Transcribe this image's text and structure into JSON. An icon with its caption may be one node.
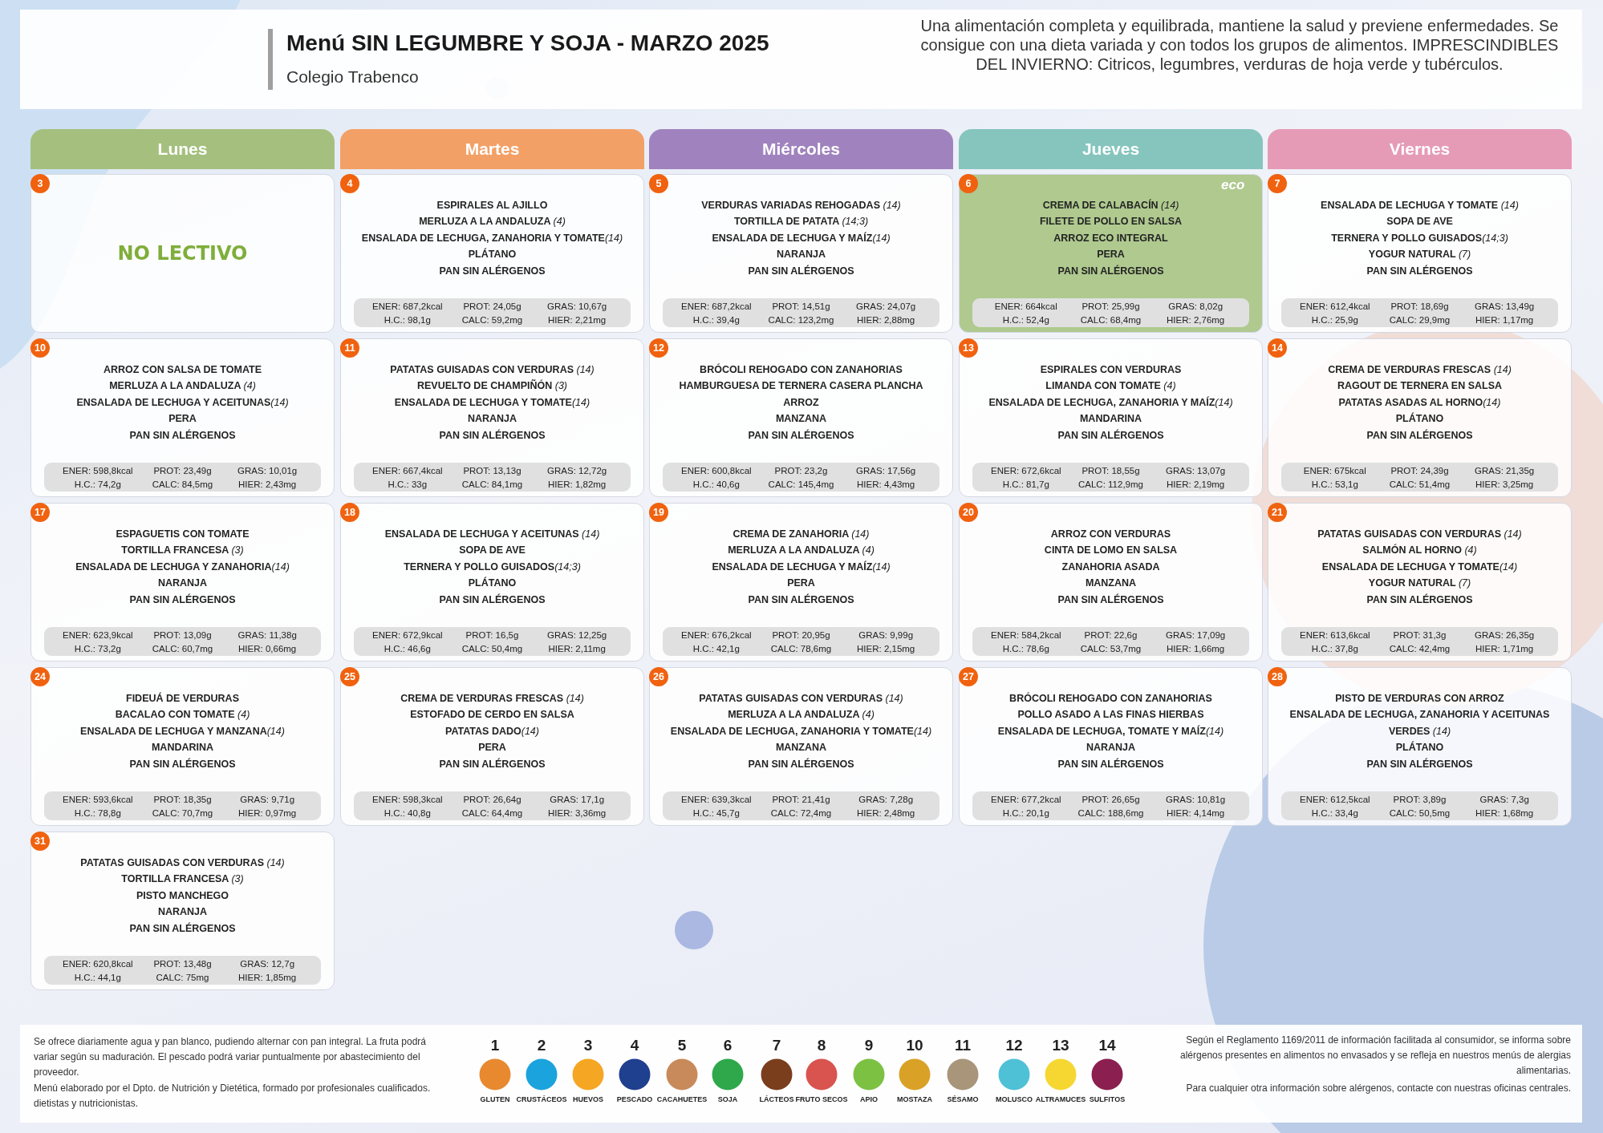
{
  "diagram": {
    "title": "Menú SIN LEGUMBRE Y SOJA - MARZO 2025",
    "nodes": [
      {
        "text": [
          "Lunes"
        ]
      },
      {
        "text": [
          "Martes"
        ]
      },
      {
        "text": [
          "Miércoles"
        ]
      },
      {
        "text": [
          "Jueves"
        ]
      },
      {
        "text": [
          "Viernes"
        ]
      },
      {
        "text": [
          "NO LECTIVO"
        ]
      },
      {
        "text": [
          "3"
        ],
        "in": 5
      },
      {
        "text": [
          "ESPIRALES AL AJILLO",
          "MERLUZA A LA ANDALUZA (4)",
          "ENSALADA DE LECHUGA, ZANAHORIA Y TOMATE(14)",
          "PLÁTANO",
          "PAN SIN ALÉRGENOS"
        ]
      },
      {
        "text": [
          "4"
        ],
        "in": 7
      },
      {
        "text": [
          "ENER: 687,2kcal",
          "PROT: 24,05g",
          "GRAS: 10,67g",
          "H.C.: 98,1g",
          "CALC: 59,2mg",
          "HIER: 2,21mg"
        ],
        "in": 7
      },
      {
        "text": [
          "VERDURAS VARIADAS REHOGADAS (14)",
          "TORTILLA DE PATATA (14;3)",
          "ENSALADA DE LECHUGA Y MAÍZ(14)",
          "NARANJA",
          "PAN SIN ALÉRGENOS"
        ]
      },
      {
        "text": [
          "5"
        ],
        "in": 10
      },
      {
        "text": [
          "ENER: 687,2kcal",
          "PROT: 14,51g",
          "GRAS: 24,07g",
          "H.C.: 39,4g",
          "CALC: 123,2mg",
          "HIER: 2,88mg"
        ],
        "in": 10
      },
      {
        "text": [
          "CREMA DE CALABACÍN (14)",
          "FILETE DE POLLO EN SALSA",
          "ARROZ ECO INTEGRAL",
          "PERA",
          "PAN SIN ALÉRGENOS"
        ]
      },
      {
        "text": [
          "6"
        ],
        "in": 13
      },
      {
        "text": [
          "ENER: 664kcal",
          "PROT: 25,99g",
          "GRAS: 8,02g",
          "H.C.: 52,4g",
          "CALC: 68,4mg",
          "HIER: 2,76mg"
        ],
        "in": 13
      },
      {
        "text": [
          "ENSALADA DE LECHUGA Y TOMATE (14)",
          "SOPA DE AVE",
          "TERNERA Y POLLO GUISADOS(14;3)",
          "YOGUR NATURAL (7)",
          "PAN SIN ALÉRGENOS"
        ]
      },
      {
        "text": [
          "7"
        ],
        "in": 16
      },
      {
        "text": [
          "ENER: 612,4kcal",
          "PROT: 18,69g",
          "GRAS: 13,49g",
          "H.C.: 25,9g",
          "CALC: 29,9mg",
          "HIER: 1,17mg"
        ],
        "in": 16
      },
      {
        "text": [
          "ARROZ CON SALSA DE TOMATE",
          "MERLUZA A LA ANDALUZA (4)",
          "ENSALADA DE LECHUGA Y ACEITUNAS(14)",
          "PERA",
          "PAN SIN ALÉRGENOS"
        ]
      },
      {
        "text": [
          "10"
        ],
        "in": 19
      },
      {
        "text": [
          "ENER: 598,8kcal",
          "PROT: 23,49g",
          "GRAS: 10,01g",
          "H.C.: 74,2g",
          "CALC: 84,5mg",
          "HIER: 2,43mg"
        ],
        "in": 19
      },
      {
        "text": [
          "PATATAS GUISADAS CON VERDURAS (14)",
          "REVUELTO DE CHAMPIÑÓN (3)",
          "ENSALADA DE LECHUGA Y TOMATE(14)",
          "NARANJA",
          "PAN SIN ALÉRGENOS"
        ]
      },
      {
        "text": [
          "11"
        ],
        "in": 22
      },
      {
        "text": [
          "ENER: 667,4kcal",
          "PROT: 13,13g",
          "GRAS: 12,72g",
          "H.C.: 33g",
          "CALC: 84,1mg",
          "HIER: 1,82mg"
        ],
        "in": 22
      },
      {
        "text": [
          "BRÓCOLI REHOGADO CON ZANAHORIAS",
          "HAMBURGUESA DE TERNERA CASERA PLANCHA",
          "ARROZ",
          "MANZANA",
          "PAN SIN ALÉRGENOS"
        ]
      },
      {
        "text": [
          "12"
        ],
        "in": 25
      },
      {
        "text": [
          "ENER: 600,8kcal",
          "PROT: 23,2g",
          "GRAS: 17,56g",
          "H.C.: 40,6g",
          "CALC: 145,4mg",
          "HIER: 4,43mg"
        ],
        "in": 25
      },
      {
        "text": [
          "ESPIRALES CON VERDURAS",
          "LIMANDA CON TOMATE (4)",
          "ENSALADA DE LECHUGA, ZANAHORIA Y MAÍZ(14)",
          "MANDARINA",
          "PAN SIN ALÉRGENOS"
        ]
      },
      {
        "text": [
          "13"
        ],
        "in": 28
      },
      {
        "text": [
          "ENER: 672,6kcal",
          "PROT: 18,55g",
          "GRAS: 13,07g",
          "H.C.: 81,7g",
          "CALC: 112,9mg",
          "HIER: 2,19mg"
        ],
        "in": 28
      },
      {
        "text": [
          "CREMA DE VERDURAS FRESCAS (14)",
          "RAGOUT DE TERNERA EN SALSA",
          "PATATAS ASADAS AL HORNO(14)",
          "PLÁTANO",
          "PAN SIN ALÉRGENOS"
        ]
      },
      {
        "text": [
          "14"
        ],
        "in": 31
      },
      {
        "text": [
          "ENER: 675kcal",
          "PROT: 24,39g",
          "GRAS: 21,35g",
          "H.C.: 53,1g",
          "CALC: 51,4mg",
          "HIER: 3,25mg"
        ],
        "in": 31
      },
      {
        "text": [
          "ESPAGUETIS CON TOMATE",
          "TORTILLA FRANCESA (3)",
          "ENSALADA DE LECHUGA Y ZANAHORIA(14)",
          "NARANJA",
          "PAN SIN ALÉRGENOS"
        ]
      },
      {
        "text": [
          "17"
        ],
        "in": 34
      },
      {
        "text": [
          "ENER: 623,9kcal",
          "PROT: 13,09g",
          "GRAS: 11,38g",
          "H.C.: 73,2g",
          "CALC: 60,7mg",
          "HIER: 0,66mg"
        ],
        "in": 34
      },
      {
        "text": [
          "ENSALADA DE LECHUGA Y ACEITUNAS (14)",
          "SOPA DE AVE",
          "TERNERA Y POLLO GUISADOS(14;3)",
          "PLÁTANO",
          "PAN SIN ALÉRGENOS"
        ]
      },
      {
        "text": [
          "18"
        ],
        "in": 37
      },
      {
        "text": [
          "ENER: 672,9kcal",
          "PROT: 16,5g",
          "GRAS: 12,25g",
          "H.C.: 46,6g",
          "CALC: 50,4mg",
          "HIER: 2,11mg"
        ],
        "in": 37
      },
      {
        "text": [
          "CREMA DE ZANAHORIA (14)",
          "MERLUZA A LA ANDALUZA (4)",
          "ENSALADA DE LECHUGA Y MAÍZ(14)",
          "PERA",
          "PAN SIN ALÉRGENOS"
        ]
      },
      {
        "text": [
          "19"
        ],
        "in": 40
      },
      {
        "text": [
          "ENER: 676,2kcal",
          "PROT: 20,95g",
          "GRAS: 9,99g",
          "H.C.: 42,1g",
          "CALC: 78,6mg",
          "HIER: 2,15mg"
        ],
        "in": 40
      },
      {
        "text": [
          "ARROZ CON VERDURAS",
          "CINTA DE LOMO EN SALSA",
          "ZANAHORIA ASADA",
          "MANZANA",
          "PAN SIN ALÉRGENOS"
        ]
      },
      {
        "text": [
          "20"
        ],
        "in": 43
      },
      {
        "text": [
          "ENER: 584,2kcal",
          "PROT: 22,6g",
          "GRAS: 17,09g",
          "H.C.: 78,6g",
          "CALC: 53,7mg",
          "HIER: 1,66mg"
        ],
        "in": 43
      },
      {
        "text": [
          "PATATAS GUISADAS CON VERDURAS (14)",
          "SALMÓN AL HORNO (4)",
          "ENSALADA DE LECHUGA Y TOMATE(14)",
          "YOGUR NATURAL (7)",
          "PAN SIN ALÉRGENOS"
        ]
      },
      {
        "text": [
          "21"
        ],
        "in": 46
      },
      {
        "text": [
          "ENER: 613,6kcal",
          "PROT: 31,3g",
          "GRAS: 26,35g",
          "H.C.: 37,8g",
          "CALC: 42,4mg",
          "HIER: 1,71mg"
        ],
        "in": 46
      },
      {
        "text": [
          "FIDEUÁ DE VERDURAS",
          "BACALAO CON TOMATE (4)",
          "ENSALADA DE LECHUGA Y MANZANA(14)",
          "MANDARINA",
          "PAN SIN ALÉRGENOS"
        ]
      },
      {
        "text": [
          "24"
        ],
        "in": 49
      },
      {
        "text": [
          "ENER: 593,6kcal",
          "PROT: 18,35g",
          "GRAS: 9,71g",
          "H.C.: 78,8g",
          "CALC: 70,7mg",
          "HIER: 0,97mg"
        ],
        "in": 49
      },
      {
        "text": [
          "CREMA DE VERDURAS FRESCAS (14)",
          "ESTOFADO DE CERDO EN SALSA",
          "PATATAS DADO(14)",
          "PERA",
          "PAN SIN ALÉRGENOS"
        ]
      },
      {
        "text": [
          "25"
        ],
        "in": 52
      },
      {
        "text": [
          "ENER: 598,3kcal",
          "PROT: 26,64g",
          "GRAS: 17,1g",
          "H.C.: 40,8g",
          "CALC: 64,4mg",
          "HIER: 3,36mg"
        ],
        "in": 52
      },
      {
        "text": [
          "PATATAS GUISADAS CON VERDURAS (14)",
          "MERLUZA A LA ANDALUZA (4)",
          "ENSALADA DE LECHUGA, ZANAHORIA Y TOMATE(14)",
          "MANZANA",
          "PAN SIN ALÉRGENOS"
        ]
      },
      {
        "text": [
          "26"
        ],
        "in": 55
      },
      {
        "text": [
          "ENER: 639,3kcal",
          "PROT: 21,41g",
          "GRAS: 7,28g",
          "H.C.: 45,7g",
          "CALC: 72,4mg",
          "HIER: 2,48mg"
        ],
        "in": 55
      },
      {
        "text": [
          "BRÓCOLI REHOGADO CON ZANAHORIAS",
          "POLLO ASADO A LAS FINAS HIERBAS",
          "ENSALADA DE LECHUGA, TOMATE Y MAÍZ(14)",
          "NARANJA",
          "PAN SIN ALÉRGENOS"
        ]
      },
      {
        "text": [
          "27"
        ],
        "in": 58
      },
      {
        "text": [
          "ENER: 677,2kcal",
          "PROT: 26,65g",
          "GRAS: 10,81g",
          "H.C.: 20,1g",
          "CALC: 188,6mg",
          "HIER: 4,14mg"
        ],
        "in": 58
      },
      {
        "text": [
          "PISTO DE VERDURAS CON ARROZ",
          "ENSALADA DE LECHUGA, ZANAHORIA Y ACEITUNAS VERDES (14)",
          "PLÁTANO",
          "PAN SIN ALÉRGENOS"
        ]
      },
      {
        "text": [
          "28"
        ],
        "in": 61
      },
      {
        "text": [
          "ENER: 612,5kcal",
          "PROT: 3,89g",
          "GRAS: 7,3g",
          "H.C.: 33,4g",
          "CALC: 50,5mg",
          "HIER: 1,68mg"
        ],
        "in": 61
      },
      {
        "text": [
          "PATATAS GUISADAS CON VERDURAS (14)",
          "TORTILLA FRANCESA (3)",
          "PISTO MANCHEGO",
          "NARANJA",
          "PAN SIN ALÉRGENOS"
        ]
      },
      {
        "text": [
          "31"
        ],
        "in": 64
      },
      {
        "text": [
          "ENER: 620,8kcal",
          "PROT: 13,48g",
          "GRAS: 12,7g",
          "H.C.: 44,1g",
          "CALC: 75mg",
          "HIER: 1,85mg"
        ],
        "in": 64
      }
    ],
    "labels": [
      "Colegio Trabenco",
      "Una alimentación completa y equilibrada, mantiene la salud y previene enfermedades. Se consigue con una dieta variada y con todos los grupos de alimentos. IMPRESCINDIBLES DEL INVIERNO: Citricos, legumbres, verduras de hoja verde y tubérculos.",
      "eco",
      "Se ofrece diariamente agua y pan blanco, pudiendo alternar con pan integral. La fruta podrá variar según su maduración. El pescado podrá variar puntualmente por abastecimiento del proveedor.",
      "Menú elaborado por el Dpto. de Nutrición y Dietética, formado por profesionales cualificados. dietistas y nutricionistas.",
      "1",
      "2",
      "3",
      "4",
      "5",
      "6",
      "7",
      "8",
      "9",
      "10",
      "11",
      "12",
      "13",
      "14",
      "Según el Reglamento 1169/2011 de información facilitada al consumidor, se informa sobre alérgenos presentes en alimentos no envasados y se refleja en nuestros menús de alergias alimentarias.",
      "Para cualquier otra información sobre alérgenos, contacte con nuestras oficinas centrales."
    ],
    "legend": [
      {
        "text": "GLUTEN",
        "color": "#e8892f"
      },
      {
        "text": "CRUSTÁCEOS",
        "color": "#1aa3dc"
      },
      {
        "text": "HUEVOS",
        "color": "#f5a623"
      },
      {
        "text": "PESCADO",
        "color": "#1f3f8f"
      },
      {
        "text": "CACAHUETES",
        "color": "#c88a5a"
      },
      {
        "text": "SOJA",
        "color": "#2ea84a"
      },
      {
        "text": "LÁCTEOS",
        "color": "#7a3e1d"
      },
      {
        "text": "FRUTO SECOS",
        "color": "#d9534f"
      },
      {
        "text": "APIO",
        "color": "#7cc142"
      },
      {
        "text": "MOSTAZA",
        "color": "#d9a126"
      },
      {
        "text": "SÉSAMO",
        "color": "#a8957a"
      },
      {
        "text": "MOLUSCO",
        "color": "#4fc1d6"
      },
      {
        "text": "ALTRAMUCES",
        "color": "#f6d731"
      },
      {
        "text": "SULFITOS",
        "color": "#8b1f4f"
      }
    ]
  }
}
